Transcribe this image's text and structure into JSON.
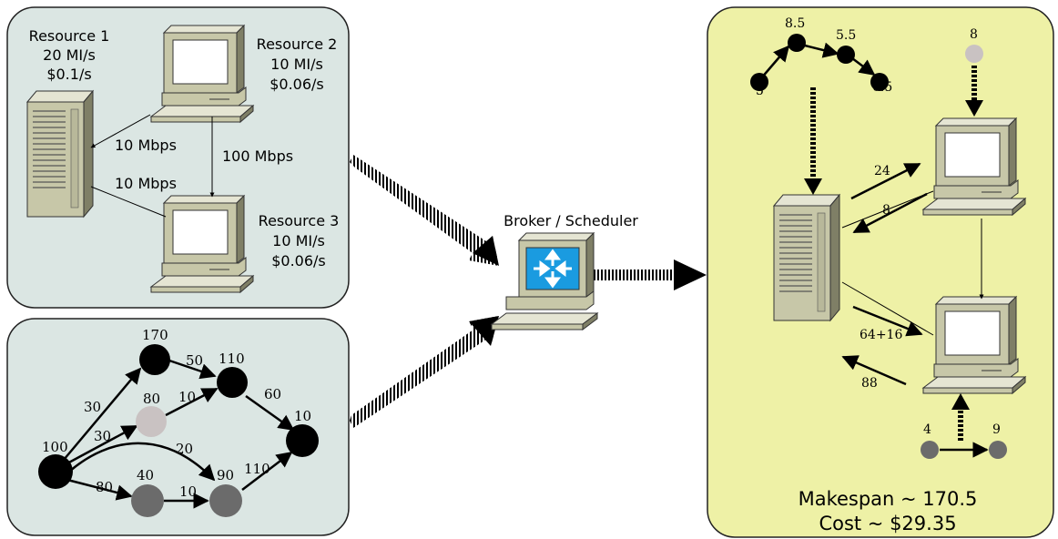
{
  "resources_panel": {
    "resource1": {
      "name": "Resource 1",
      "speed": "20 MI/s",
      "price": "$0.1/s"
    },
    "resource2": {
      "name": "Resource 2",
      "speed": "10 MI/s",
      "price": "$0.06/s"
    },
    "resource3": {
      "name": "Resource 3",
      "speed": "10 MI/s",
      "price": "$0.06/s"
    },
    "link_r1_r2": "10 Mbps",
    "link_r1_r3": "10 Mbps",
    "link_r2_r3": "100 Mbps"
  },
  "broker": {
    "label": "Broker / Scheduler"
  },
  "workflow_panel": {
    "nodes": {
      "n100": "100",
      "n170": "170",
      "n80": "80",
      "n110": "110",
      "n40": "40",
      "n90": "90",
      "n10": "10"
    },
    "edges": {
      "e100_170": "30",
      "e100_80": "30",
      "e100_90": "20",
      "e100_40": "80",
      "e170_110": "50",
      "e80_110": "10",
      "e110_10": "60",
      "e40_90": "10",
      "e90_10": "110"
    }
  },
  "schedule_panel": {
    "chain_labels": [
      "5",
      "8.5",
      "5.5",
      "0.5"
    ],
    "single_task": "8",
    "pair_labels": [
      "4",
      "9"
    ],
    "transfers": {
      "to_r2": "24",
      "from_r2": "8",
      "to_r3": "64+16",
      "from_r3": "88"
    },
    "makespan": "Makespan ~ 170.5",
    "cost": "Cost ~ $29.35"
  },
  "colors": {
    "resources_bg": "#dbe6e3",
    "schedule_bg": "#eef1a6",
    "node_black": "#000000",
    "node_light_gray": "#c9c2c2",
    "node_dark_gray": "#6b6b6b",
    "monitor_body": "#c7c7a8",
    "router_screen": "#1a9be0"
  }
}
